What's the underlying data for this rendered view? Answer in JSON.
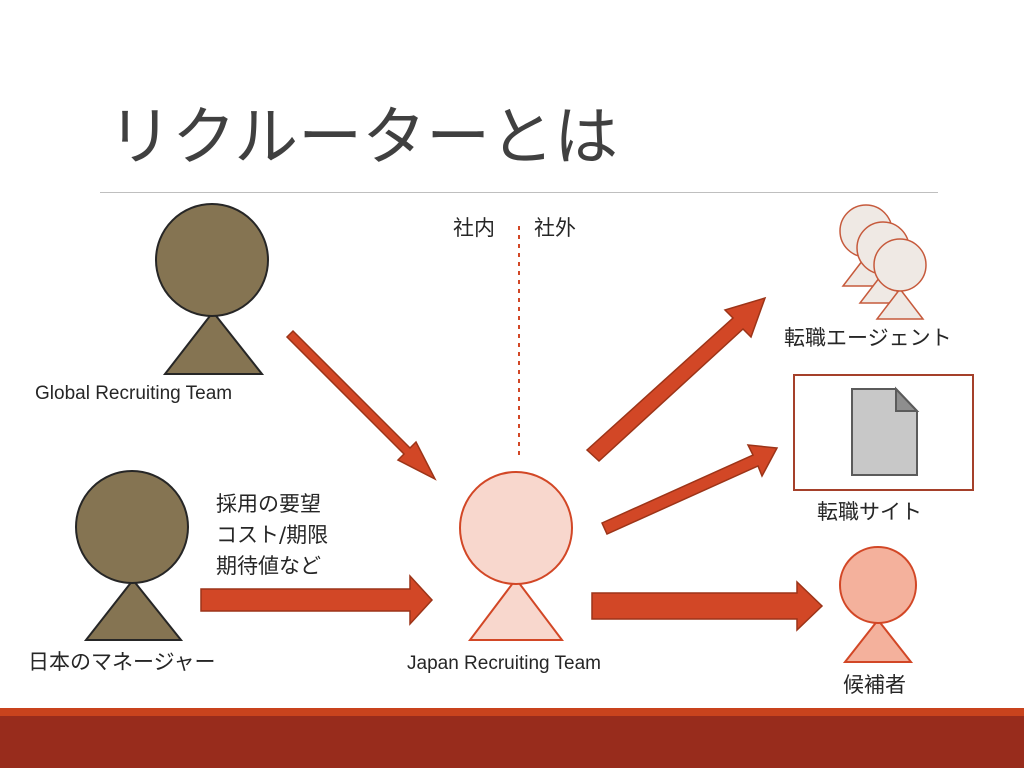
{
  "slide": {
    "title": "リクルーターとは",
    "colors": {
      "accent": "#d24726",
      "person_dark": "#857452",
      "person_light": "#f8d7cd",
      "person_mid": "#f4b19c",
      "agent_fill": "#efe9e4",
      "footer": "#982c1c"
    }
  },
  "diagram": {
    "divider": {
      "inside_label": "社内",
      "outside_label": "社外"
    },
    "actors": {
      "global_team": {
        "label": "Global Recruiting Team",
        "icon": "person-icon"
      },
      "japan_manager": {
        "label": "日本のマネージャー",
        "icon": "person-icon"
      },
      "japan_team": {
        "label": "Japan Recruiting Team",
        "icon": "person-icon"
      },
      "agents": {
        "label": "転職エージェント",
        "icon": "people-group-icon"
      },
      "job_site": {
        "label": "転職サイト",
        "icon": "document-icon"
      },
      "candidate": {
        "label": "候補者",
        "icon": "person-icon"
      }
    },
    "manager_requirements": [
      "採用の要望",
      "コスト/期限",
      "期待値など"
    ]
  }
}
